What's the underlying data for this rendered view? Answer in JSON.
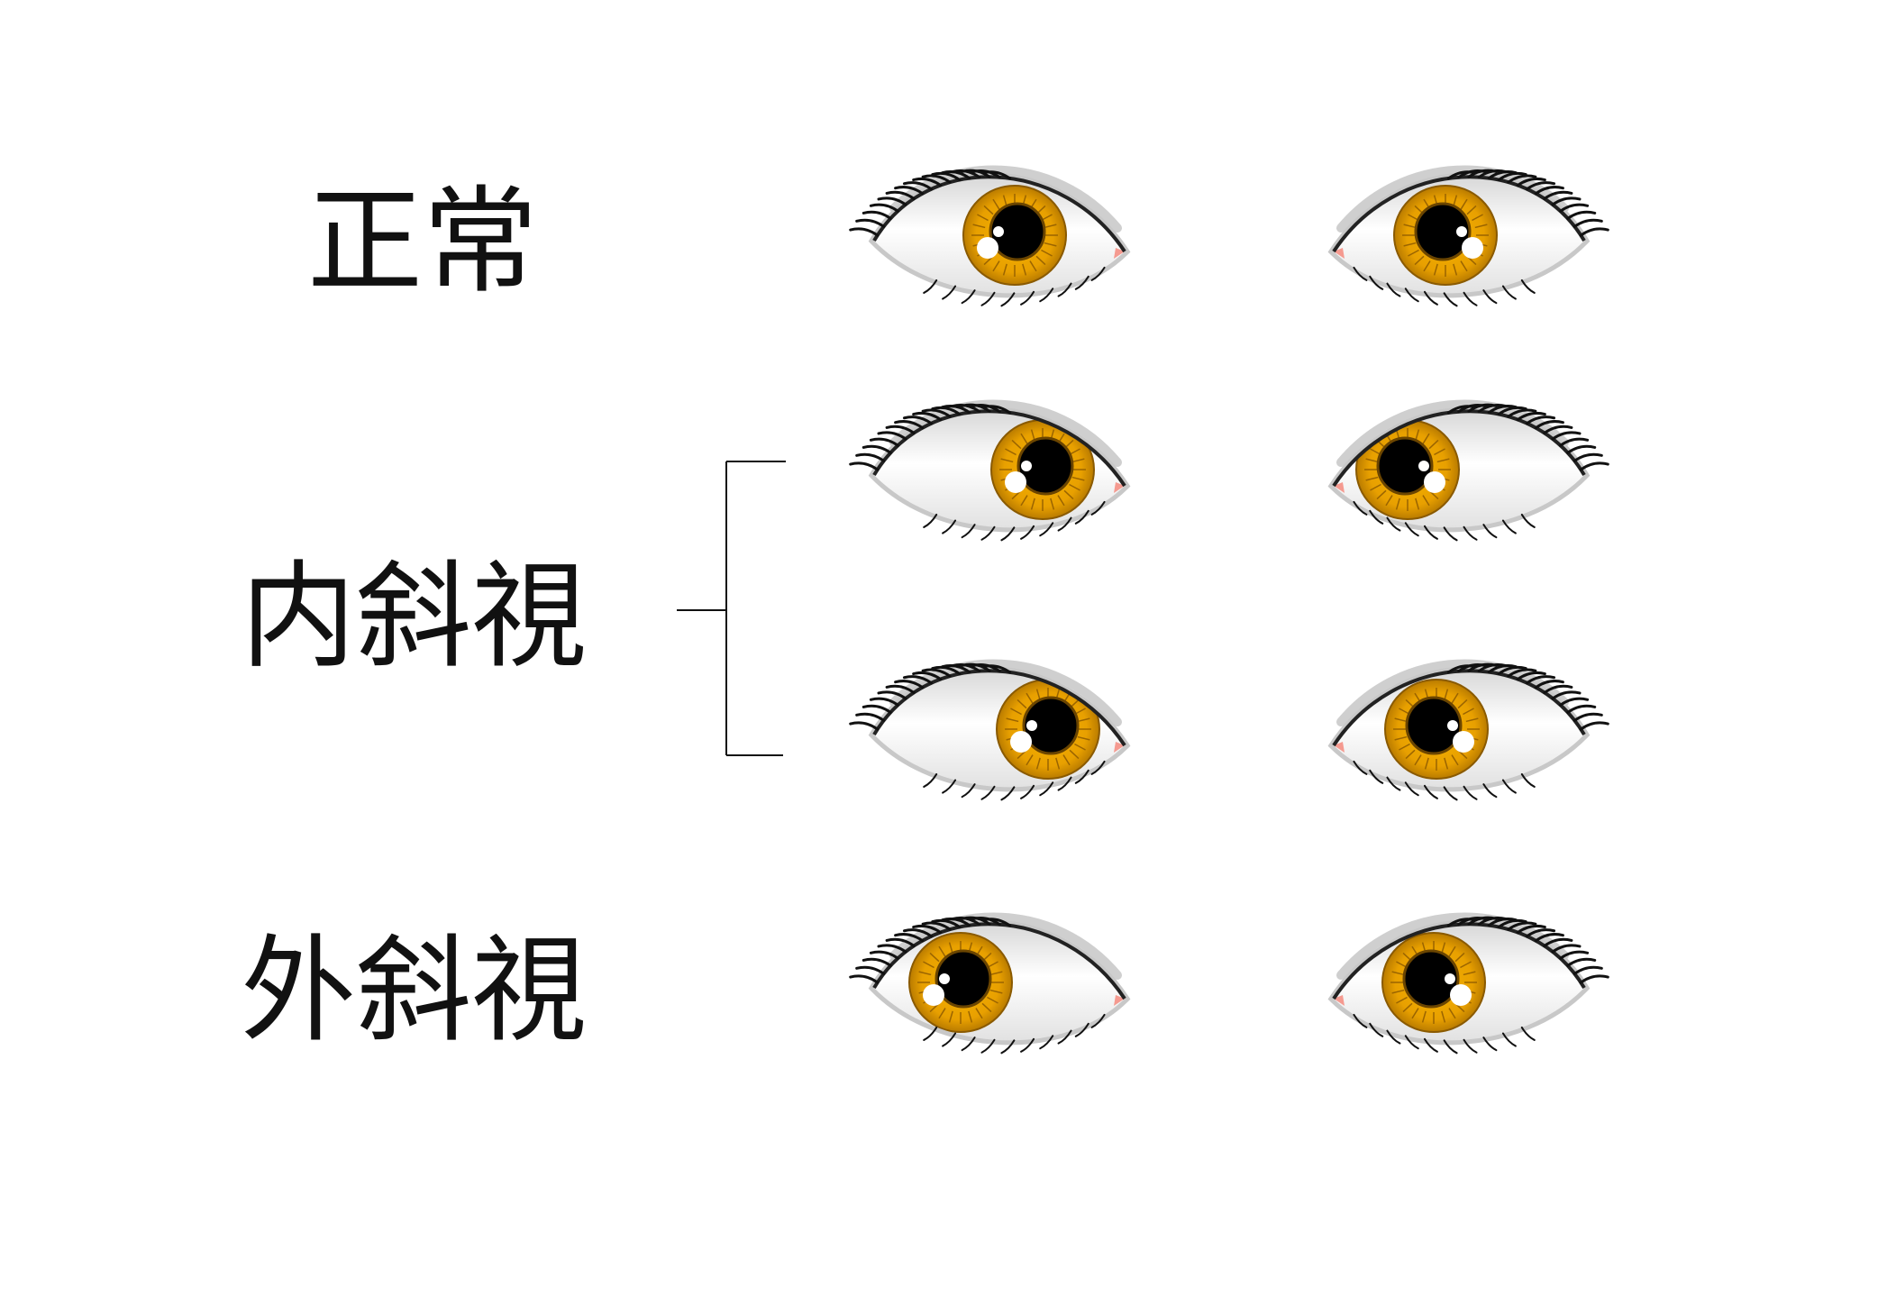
{
  "labels": {
    "normal": "正常",
    "esotropia": "内斜視",
    "exotropia": "外斜視"
  },
  "colors": {
    "iris": "#e8a000",
    "iris_dark": "#8a5a00",
    "pupil": "#000000",
    "sclera": "#f4f4f4",
    "caruncle": "#f59a90",
    "text": "#111111"
  },
  "icons": [
    "eye-icon"
  ]
}
